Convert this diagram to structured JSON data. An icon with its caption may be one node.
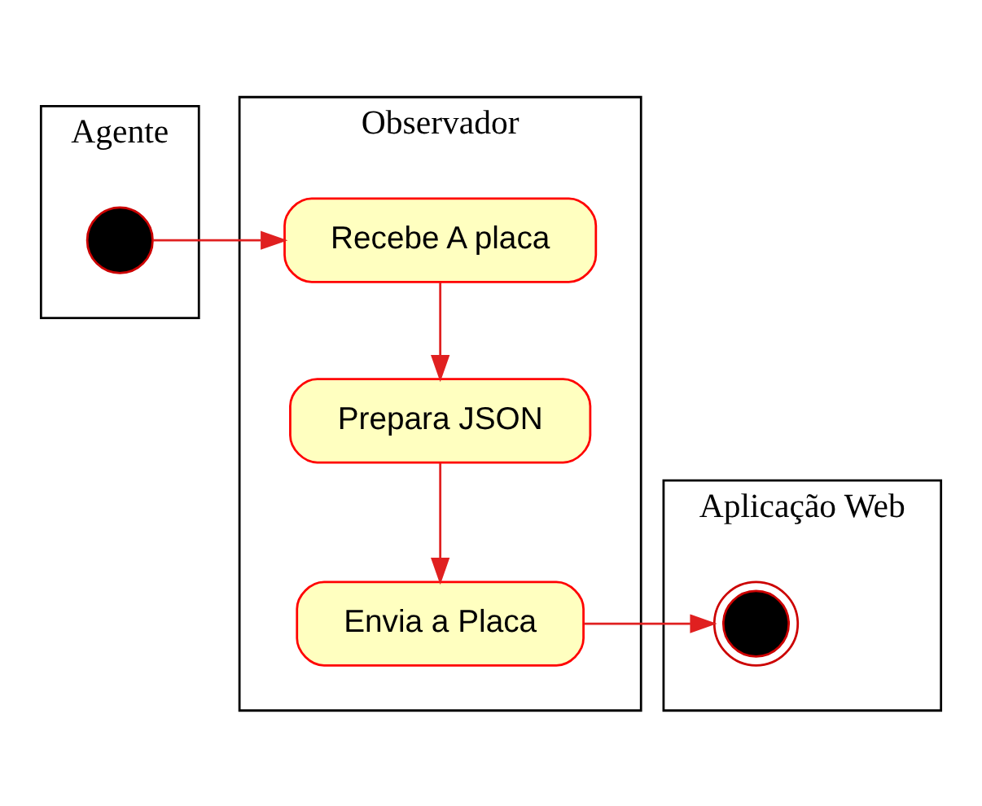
{
  "diagram": {
    "nodes": [
      {
        "text": [
          "Agente"
        ]
      },
      {
        "text": [
          "Observador"
        ]
      },
      {
        "text": [
          "Aplicação Web"
        ]
      },
      {
        "text": [],
        "shape": "circle",
        "in": 0
      },
      {
        "text": [
          "Recebe A placa"
        ],
        "in": 1
      },
      {
        "text": [
          "Prepara JSON"
        ],
        "in": 1
      },
      {
        "text": [
          "Envia a Placa"
        ],
        "in": 1
      },
      {
        "text": [],
        "shape": "circle",
        "in": 2
      }
    ],
    "edges": [
      {
        "from": 3,
        "to": 4,
        "arrow": "to",
        "color": "#e02020"
      },
      {
        "from": 4,
        "to": 5,
        "arrow": "to",
        "color": "#e02020"
      },
      {
        "from": 5,
        "to": 6,
        "arrow": "to",
        "color": "#e02020"
      },
      {
        "from": 6,
        "to": 7,
        "arrow": "to",
        "color": "#e02020"
      }
    ]
  }
}
